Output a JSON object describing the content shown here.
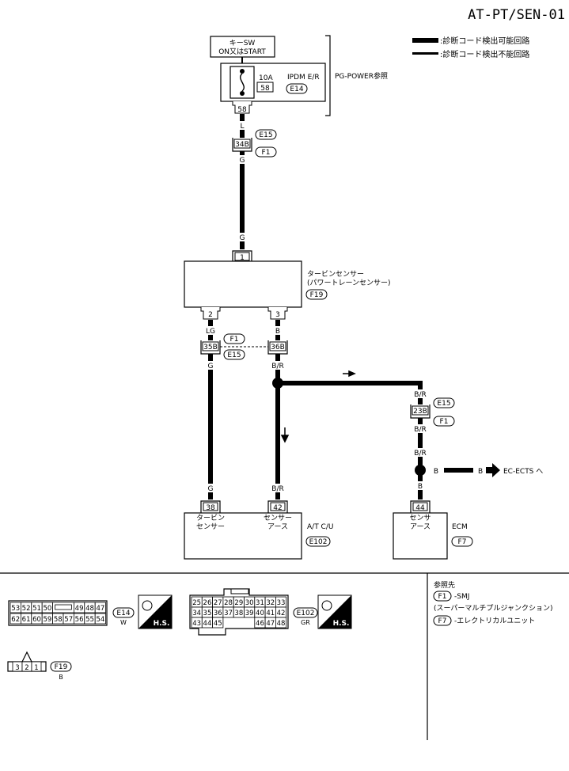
{
  "page_id": "AT-PT/SEN-01",
  "legend": {
    "detectable": ":診断コード検出可能回路",
    "not_detectable": ":診断コード検出不能回路"
  },
  "key_sw": {
    "line1": "キーSW",
    "line2": "ON又はSTART"
  },
  "ipdm": {
    "fuse": "10A",
    "pin": "58",
    "name": "IPDM E/R",
    "conn": "E14",
    "out_pin": "58",
    "ref": "PG-POWER参照"
  },
  "wire_L": "L",
  "joint1": {
    "pin": "34B",
    "conn_top": "E15",
    "conn_bottom": "F1"
  },
  "wire_G": "G",
  "turbine_sensor": {
    "pin_in": "1",
    "name1": "タービンセンサー",
    "name2": "(パワートレーンセンサー)",
    "conn": "F19",
    "pin2": "2",
    "pin3": "3"
  },
  "wire_LG": "LG",
  "wire_B": "B",
  "joint2": {
    "pin_a": "35B",
    "pin_b": "36B",
    "conn_top": "F1",
    "conn_bottom": "E15"
  },
  "wire_BR": "B/R",
  "joint3": {
    "pin": "23B",
    "conn_top": "E15",
    "conn_bottom": "F1"
  },
  "ec_ref": "EC-ECTS へ",
  "atcu": {
    "pin38": "38",
    "pin42": "42",
    "label1a": "タービン",
    "label1b": "センサー",
    "label2a": "センサー",
    "label2b": "アース",
    "name": "A/T C/U",
    "conn": "E102"
  },
  "ecm": {
    "pin44": "44",
    "label_a": "センサ",
    "label_b": "アース",
    "name": "ECM",
    "conn": "F7"
  },
  "connectors": {
    "e14": {
      "row1": [
        "53",
        "52",
        "51",
        "50",
        "",
        "49",
        "48",
        "47"
      ],
      "row2": [
        "62",
        "61",
        "60",
        "59",
        "58",
        "57",
        "56",
        "55",
        "54"
      ],
      "conn": "E14",
      "color": "W",
      "hs": "H.S."
    },
    "e102": {
      "row1": [
        "25",
        "26",
        "27",
        "28",
        "29",
        "30",
        "31",
        "32",
        "33"
      ],
      "row2": [
        "34",
        "35",
        "36",
        "37",
        "38",
        "39",
        "40",
        "41",
        "42"
      ],
      "row3": [
        "43",
        "44",
        "45",
        "46",
        "47",
        "48"
      ],
      "conn": "E102",
      "color": "GR",
      "hs": "H.S."
    },
    "f19": {
      "pins": [
        "3",
        "2",
        "1"
      ],
      "conn": "F19",
      "color": "B"
    }
  },
  "references": {
    "title": "参照先",
    "f1_code": "F1",
    "f1_name": "-SMJ",
    "f1_desc": "(スーパーマルチプルジャンクション)",
    "f7_code": "F7",
    "f7_name": "-エレクトリカルユニット"
  }
}
